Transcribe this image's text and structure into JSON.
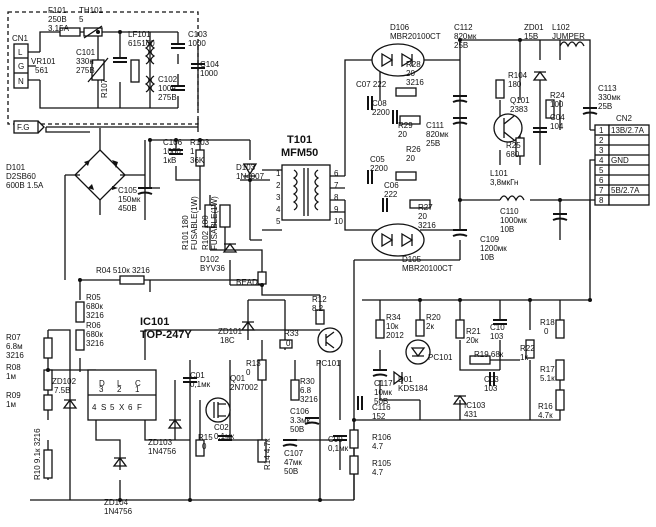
{
  "ic101": {
    "ref": "IC101",
    "part": "TOP-247Y",
    "pins": [
      "D",
      "3",
      "L",
      "2",
      "C",
      "1",
      "4",
      "S",
      "5",
      "X",
      "6",
      "F"
    ]
  },
  "t101": {
    "ref": "T101",
    "part": "MFM50",
    "pins": [
      "1",
      "2",
      "3",
      "4",
      "5",
      "6",
      "7",
      "8",
      "9",
      "10"
    ]
  },
  "cn1": {
    "ref": "CN1",
    "pins": [
      "L",
      "G",
      "N"
    ]
  },
  "fg": "F.G",
  "cn2": {
    "ref": "CN2",
    "rows": [
      {
        "n": "1",
        "label": "13B/2.7A"
      },
      {
        "n": "2",
        "label": ""
      },
      {
        "n": "3",
        "label": ""
      },
      {
        "n": "4",
        "label": "GND"
      },
      {
        "n": "5",
        "label": ""
      },
      {
        "n": "6",
        "label": ""
      },
      {
        "n": "7",
        "label": "5B/2.7A"
      },
      {
        "n": "8",
        "label": ""
      }
    ]
  },
  "labels": [
    {
      "id": "f101",
      "lines": [
        "F101",
        "250B",
        "3.15A"
      ]
    },
    {
      "id": "th101",
      "lines": [
        "TH101",
        "5"
      ]
    },
    {
      "id": "lf101",
      "lines": [
        "LF101",
        "615160"
      ]
    },
    {
      "id": "c103",
      "lines": [
        "C103",
        "1000"
      ]
    },
    {
      "id": "c104",
      "lines": [
        "C104",
        "1000"
      ]
    },
    {
      "id": "vr101",
      "lines": [
        "VR101",
        "561"
      ]
    },
    {
      "id": "c101",
      "lines": [
        "C101",
        "330н",
        "275B"
      ]
    },
    {
      "id": "r107",
      "lines": [
        "R107"
      ]
    },
    {
      "id": "c102",
      "lines": [
        "C102",
        "100н",
        "275B"
      ]
    },
    {
      "id": "d101",
      "lines": [
        "D101",
        "D2SB60",
        "600B 1.5A"
      ]
    },
    {
      "id": "c105",
      "lines": [
        "C105",
        "150мк",
        "450B"
      ]
    },
    {
      "id": "c106",
      "lines": [
        "C106",
        "1000",
        "1кB"
      ]
    },
    {
      "id": "r103",
      "lines": [
        "R103",
        "1",
        "36K"
      ]
    },
    {
      "id": "r101",
      "lines": [
        "R101 180",
        "FUSABLE(1W)"
      ]
    },
    {
      "id": "r102",
      "lines": [
        "R102 180",
        "FUSABLE(1W)"
      ]
    },
    {
      "id": "d103",
      "lines": [
        "D103",
        "1N4007"
      ]
    },
    {
      "id": "d102",
      "lines": [
        "D102",
        "BYV36"
      ]
    },
    {
      "id": "bead",
      "lines": [
        "BEAD"
      ]
    },
    {
      "id": "r04",
      "lines": [
        "R04 510к 3216"
      ]
    },
    {
      "id": "r05",
      "lines": [
        "R05",
        "680к",
        "3216"
      ]
    },
    {
      "id": "r06",
      "lines": [
        "R06",
        "680к",
        "3216"
      ]
    },
    {
      "id": "r07",
      "lines": [
        "R07",
        "6.8м",
        "3216"
      ]
    },
    {
      "id": "r08",
      "lines": [
        "R08",
        "1м"
      ]
    },
    {
      "id": "r09",
      "lines": [
        "R09",
        "1м"
      ]
    },
    {
      "id": "zd102",
      "lines": [
        "ZD102",
        "7.5B"
      ]
    },
    {
      "id": "r10",
      "lines": [
        "R10 9.1к 3216"
      ]
    },
    {
      "id": "zd104",
      "lines": [
        "ZD104",
        "1N4756"
      ]
    },
    {
      "id": "zd103",
      "lines": [
        "ZD103",
        "1N4756"
      ]
    },
    {
      "id": "zd101",
      "lines": [
        "ZD101",
        "18C"
      ]
    },
    {
      "id": "r12",
      "lines": [
        "R12",
        "8.2"
      ]
    },
    {
      "id": "r33",
      "lines": [
        "R33",
        "0"
      ]
    },
    {
      "id": "pc101a",
      "lines": [
        "PC101"
      ]
    },
    {
      "id": "r13",
      "lines": [
        "R13",
        "0"
      ]
    },
    {
      "id": "c01",
      "lines": [
        "C01",
        "0,1мк"
      ]
    },
    {
      "id": "q01",
      "lines": [
        "Q01",
        "2N7002"
      ]
    },
    {
      "id": "r30",
      "lines": [
        "R30",
        "6.8",
        "3216"
      ]
    },
    {
      "id": "r15",
      "lines": [
        "R15",
        "0"
      ]
    },
    {
      "id": "c02",
      "lines": [
        "C02",
        "0,1мк"
      ]
    },
    {
      "id": "r14",
      "lines": [
        "R14 4.7к"
      ]
    },
    {
      "id": "c106b",
      "lines": [
        "C106",
        "3.3мк",
        "50B"
      ]
    },
    {
      "id": "c107",
      "lines": [
        "C107",
        "47мк",
        "50B"
      ]
    },
    {
      "id": "c09",
      "lines": [
        "C09",
        "0,1мк"
      ]
    },
    {
      "id": "d106",
      "lines": [
        "D106",
        "MBR20100CT"
      ]
    },
    {
      "id": "c112",
      "lines": [
        "C112",
        "820мк",
        "25B"
      ]
    },
    {
      "id": "zd01",
      "lines": [
        "ZD01",
        "15B"
      ]
    },
    {
      "id": "l102",
      "lines": [
        "L102",
        "JUMPER"
      ]
    },
    {
      "id": "c07",
      "lines": [
        "C07 222"
      ]
    },
    {
      "id": "r28",
      "lines": [
        "R28",
        "20",
        "3216"
      ]
    },
    {
      "id": "c08",
      "lines": [
        "C08",
        "2200"
      ]
    },
    {
      "id": "r29",
      "lines": [
        "R29",
        "20"
      ]
    },
    {
      "id": "c111",
      "lines": [
        "C111",
        "820мк",
        "25B"
      ]
    },
    {
      "id": "r104",
      "lines": [
        "R104",
        "180"
      ]
    },
    {
      "id": "q101",
      "lines": [
        "Q101",
        "2383"
      ]
    },
    {
      "id": "r24",
      "lines": [
        "R24",
        "100"
      ]
    },
    {
      "id": "c04",
      "lines": [
        "C04",
        "104"
      ]
    },
    {
      "id": "r25",
      "lines": [
        "R25",
        "680"
      ]
    },
    {
      "id": "c113",
      "lines": [
        "C113",
        "330мк",
        "25B"
      ]
    },
    {
      "id": "c05",
      "lines": [
        "C05",
        "2200"
      ]
    },
    {
      "id": "r26",
      "lines": [
        "R26",
        "20"
      ]
    },
    {
      "id": "c06",
      "lines": [
        "C06",
        "222"
      ]
    },
    {
      "id": "r27",
      "lines": [
        "R27",
        "20",
        "3216"
      ]
    },
    {
      "id": "d105",
      "lines": [
        "D105",
        "MBR20100CT"
      ]
    },
    {
      "id": "l101",
      "lines": [
        "L101",
        "3,8мкГн"
      ]
    },
    {
      "id": "c110",
      "lines": [
        "C110",
        "1000мк",
        "10B"
      ]
    },
    {
      "id": "c109",
      "lines": [
        "C109",
        "1200мк",
        "10B"
      ]
    },
    {
      "id": "r34",
      "lines": [
        "R34",
        "10к",
        "2012"
      ]
    },
    {
      "id": "r20",
      "lines": [
        "R20",
        "2к"
      ]
    },
    {
      "id": "r21",
      "lines": [
        "R21",
        "20к"
      ]
    },
    {
      "id": "c10",
      "lines": [
        "C10",
        "103"
      ]
    },
    {
      "id": "r18",
      "lines": [
        "R18",
        "0"
      ]
    },
    {
      "id": "r22",
      "lines": [
        "R22",
        "1к"
      ]
    },
    {
      "id": "pc101b",
      "lines": [
        "PC101"
      ]
    },
    {
      "id": "r19",
      "lines": [
        "R19 68к"
      ]
    },
    {
      "id": "c117",
      "lines": [
        "C117",
        "10мк",
        "50B"
      ]
    },
    {
      "id": "d01",
      "lines": [
        "D01",
        "KDS184"
      ]
    },
    {
      "id": "c03",
      "lines": [
        "C03",
        "103"
      ]
    },
    {
      "id": "r17",
      "lines": [
        "R17",
        "5.1к"
      ]
    },
    {
      "id": "c116",
      "lines": [
        "C116",
        "152"
      ]
    },
    {
      "id": "ic103",
      "lines": [
        "IC103",
        "431"
      ]
    },
    {
      "id": "r16",
      "lines": [
        "R16",
        "4.7к"
      ]
    },
    {
      "id": "r106",
      "lines": [
        "R106",
        "4.7"
      ]
    },
    {
      "id": "r105",
      "lines": [
        "R105",
        "4.7"
      ]
    }
  ]
}
